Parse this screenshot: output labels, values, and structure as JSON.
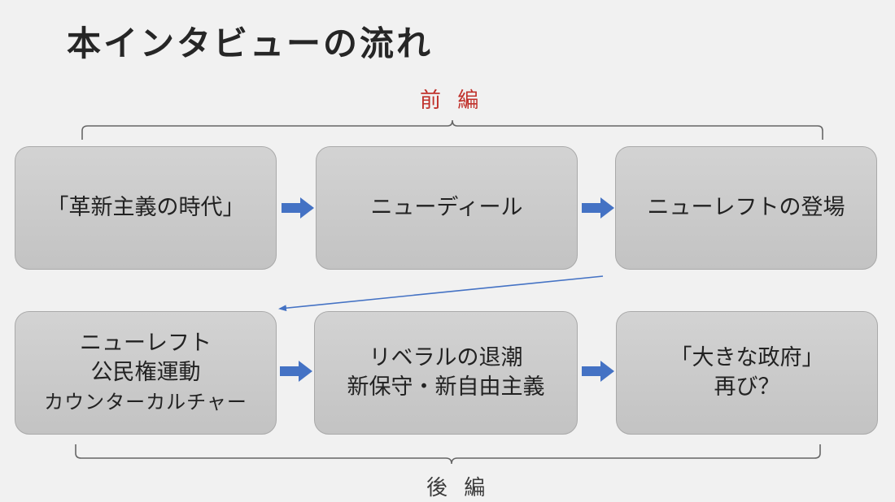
{
  "title": "本インタビューの流れ",
  "part_first": "前 編",
  "part_second": "後 編",
  "boxes": [
    {
      "lines": [
        "「革新主義の時代」"
      ]
    },
    {
      "lines": [
        "ニューディール"
      ]
    },
    {
      "lines": [
        "ニューレフトの登場"
      ]
    },
    {
      "lines": [
        "ニューレフト",
        "公民権運動",
        "カウンターカルチャー"
      ]
    },
    {
      "lines": [
        "リベラルの退潮",
        "新保守・新自由主義"
      ]
    },
    {
      "lines": [
        "「大きな政府」",
        "再び？"
      ]
    }
  ],
  "colors": {
    "arrow": "#4472c4",
    "first_part_label": "#c0312b",
    "bracket": "#666666"
  }
}
